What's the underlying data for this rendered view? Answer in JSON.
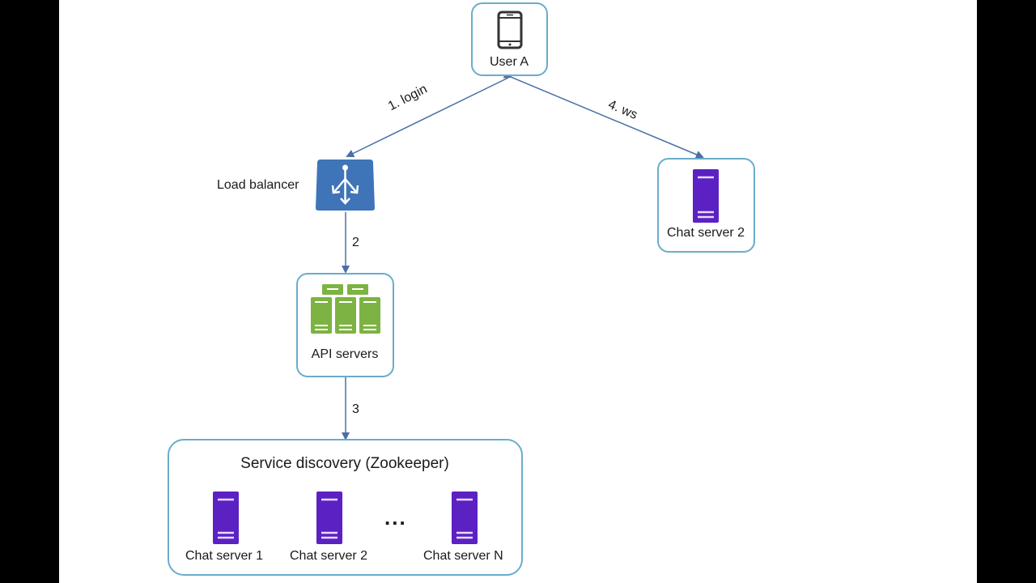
{
  "diagram": {
    "nodes": {
      "user_a": {
        "label": "User A",
        "icon": "mobile-phone-icon"
      },
      "load_balancer": {
        "label": "Load balancer",
        "icon": "load-balancer-icon"
      },
      "api_servers": {
        "label": "API servers",
        "icon": "server-cluster-icon"
      },
      "chat_server_2_top": {
        "label": "Chat server 2",
        "icon": "server-icon"
      },
      "service_discovery": {
        "label": "Service discovery (Zookeeper)",
        "servers": [
          {
            "label": "Chat server 1",
            "icon": "server-icon"
          },
          {
            "label": "Chat server 2",
            "icon": "server-icon"
          },
          {
            "label": "Chat server N",
            "icon": "server-icon"
          }
        ],
        "ellipsis": "..."
      }
    },
    "edges": [
      {
        "from": "user_a",
        "to": "load_balancer",
        "label": "1. login"
      },
      {
        "from": "load_balancer",
        "to": "api_servers",
        "label": "2"
      },
      {
        "from": "api_servers",
        "to": "service_discovery",
        "label": "3"
      },
      {
        "from": "user_a",
        "to": "chat_server_2_top",
        "label": "4. ws",
        "bidirectional": true
      }
    ],
    "colors": {
      "node_border": "#6aaccc",
      "edge": "#4a6fa5",
      "load_balancer": "#3f74b8",
      "api_server": "#7cb342",
      "chat_server": "#5b21c2"
    }
  }
}
